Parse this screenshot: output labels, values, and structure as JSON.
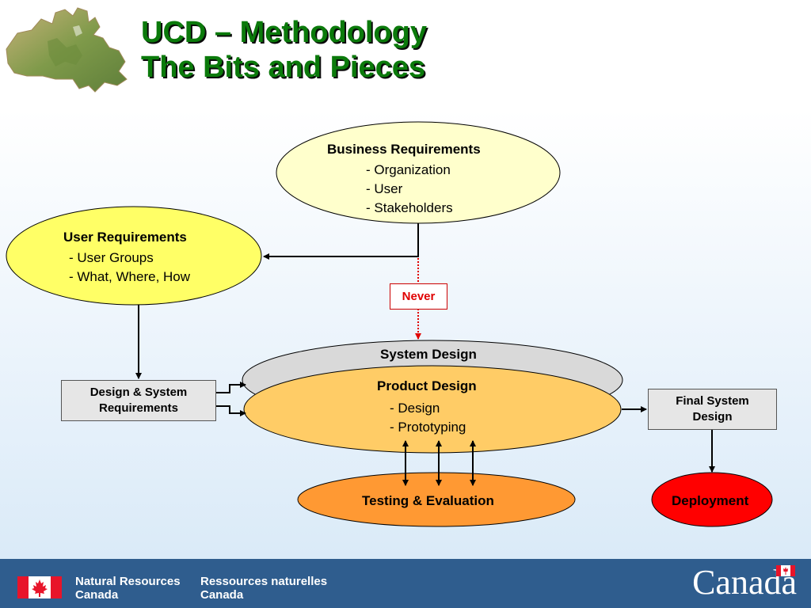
{
  "title": {
    "line1": "UCD – Methodology",
    "line2": "The Bits and Pieces"
  },
  "nodes": {
    "business_requirements": {
      "title": "Business Requirements",
      "items": [
        "- Organization",
        "- User",
        "- Stakeholders"
      ]
    },
    "user_requirements": {
      "title": "User Requirements",
      "items": [
        "- User Groups",
        "- What, Where, How"
      ]
    },
    "never": "Never",
    "system_design": "System Design",
    "product_design": {
      "title": "Product Design",
      "items": [
        "- Design",
        "- Prototyping"
      ]
    },
    "design_system_requirements": [
      "Design & System",
      "Requirements"
    ],
    "final_system_design": [
      "Final System",
      "Design"
    ],
    "testing_evaluation": "Testing & Evaluation",
    "deployment": "Deployment"
  },
  "colors": {
    "title_green": "#0b7a0b",
    "business_fill": "#ffffcc",
    "user_fill": "#ffff66",
    "system_fill": "#d9d9d9",
    "product_fill": "#ffcc66",
    "testing_fill": "#ff9933",
    "deployment_fill": "#ff0000",
    "never_red": "#e00000",
    "footer_blue": "#2f5d8e"
  },
  "footer": {
    "en_line1": "Natural Resources",
    "en_line2": "Canada",
    "fr_line1": "Ressources naturelles",
    "fr_line2": "Canada",
    "wordmark": "Canada"
  },
  "icons": [
    "canada-map-icon",
    "canada-flag-icon",
    "maple-leaf-icon"
  ]
}
